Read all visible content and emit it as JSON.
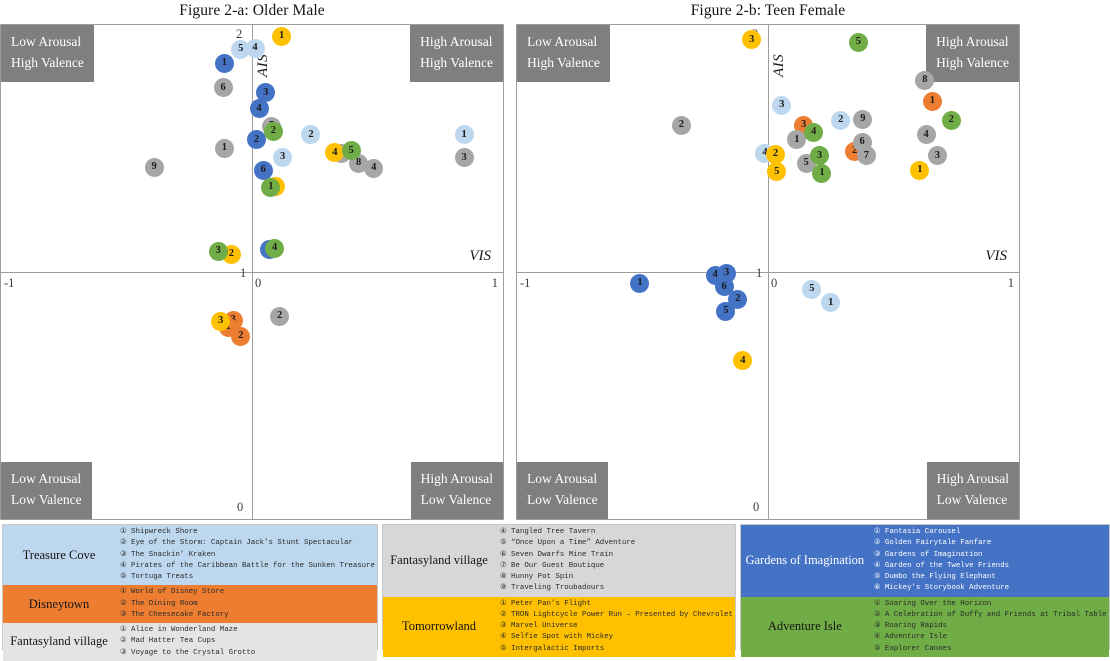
{
  "charts": [
    {
      "title": "Figure 2-a: Older Male",
      "quadrant_labels": {
        "top_left": "Low  Arousal\nHigh Valence",
        "top_right": "High Arousal\nHigh Valence",
        "bottom_left": "Low Arousal\nLow Valence",
        "bottom_right": "High Arousal\nLow Valence"
      },
      "axes": {
        "x_label": "VIS",
        "y_label": "AIS",
        "x_ticks": [
          "-1",
          "0",
          "1"
        ],
        "y_ticks": [
          "2",
          "1",
          "0"
        ]
      }
    },
    {
      "title": "Figure 2-b: Teen Female",
      "quadrant_labels": {
        "top_left": "Low  Arousal\nHigh Valence",
        "top_right": "High Arousal\nHigh Valence",
        "bottom_left": "Low Arousal\nLow Valence",
        "bottom_right": "High Arousal\nLow Valence"
      },
      "axes": {
        "x_label": "VIS",
        "y_label": "AIS",
        "x_ticks": [
          "-1",
          "0",
          "1"
        ],
        "y_ticks": [
          "2",
          "1",
          "0"
        ]
      }
    }
  ],
  "colors": {
    "treasure_cove": "#bdd7ee",
    "disneytown": "#ed7d31",
    "fantasyland": "#a6a6a6",
    "tomorrowland": "#ffc000",
    "gardens": "#4472c4",
    "adventure": "#70ad47",
    "quadrant_box": "#7f7f7f",
    "axis": "#9d9d9d"
  },
  "chart_data": [
    {
      "type": "scatter",
      "title": "Figure 2-a: Older Male",
      "xlabel": "VIS",
      "ylabel": "AIS",
      "xlim": [
        -1,
        1
      ],
      "ylim": [
        0,
        2
      ],
      "grid": false,
      "legend": "none",
      "series": [
        {
          "name": "Treasure Cove",
          "color": "#bdd7ee",
          "points": [
            {
              "label": "5",
              "x": -0.045,
              "y": 1.9
            },
            {
              "label": "4",
              "x": 0.012,
              "y": 1.905
            },
            {
              "label": "2",
              "x": 0.235,
              "y": 1.555
            },
            {
              "label": "1",
              "x": 0.845,
              "y": 1.555
            },
            {
              "label": "3",
              "x": 0.122,
              "y": 1.465
            }
          ]
        },
        {
          "name": "Disneytown",
          "color": "#ed7d31",
          "points": [
            {
              "label": "3",
              "x": -0.075,
              "y": 0.805
            },
            {
              "label": "1",
              "x": -0.095,
              "y": 0.775
            },
            {
              "label": "2",
              "x": -0.045,
              "y": 0.74
            }
          ]
        },
        {
          "name": "Fantasyland village",
          "color": "#a6a6a6",
          "points": [
            {
              "label": "6",
              "x": -0.115,
              "y": 1.745
            },
            {
              "label": "1",
              "x": -0.11,
              "y": 1.5
            },
            {
              "label": "9",
              "x": -0.39,
              "y": 1.425
            },
            {
              "label": "5",
              "x": 0.078,
              "y": 1.59
            },
            {
              "label": "7",
              "x": 0.355,
              "y": 1.48
            },
            {
              "label": "8",
              "x": 0.425,
              "y": 1.44
            },
            {
              "label": "4",
              "x": 0.485,
              "y": 1.42
            },
            {
              "label": "3",
              "x": 0.845,
              "y": 1.462
            },
            {
              "label": "2",
              "x": 0.11,
              "y": 0.82
            }
          ]
        },
        {
          "name": "Tomorrowland",
          "color": "#ffc000",
          "points": [
            {
              "label": "1",
              "x": 0.118,
              "y": 1.955
            },
            {
              "label": "4",
              "x": 0.33,
              "y": 1.482
            },
            {
              "label": "5",
              "x": 0.093,
              "y": 1.345
            },
            {
              "label": "2",
              "x": -0.082,
              "y": 1.07
            },
            {
              "label": "3",
              "x": -0.125,
              "y": 0.8
            }
          ]
        },
        {
          "name": "Gardens of Imagination",
          "color": "#4472c4",
          "points": [
            {
              "label": "1",
              "x": -0.11,
              "y": 1.845
            },
            {
              "label": "3",
              "x": 0.055,
              "y": 1.725
            },
            {
              "label": "4",
              "x": 0.028,
              "y": 1.66
            },
            {
              "label": "2",
              "x": 0.018,
              "y": 1.535
            },
            {
              "label": "6",
              "x": 0.045,
              "y": 1.41
            },
            {
              "label": "5",
              "x": 0.07,
              "y": 1.09
            }
          ]
        },
        {
          "name": "Adventure Isle",
          "color": "#70ad47",
          "points": [
            {
              "label": "2",
              "x": 0.085,
              "y": 1.57
            },
            {
              "label": "5",
              "x": 0.395,
              "y": 1.49
            },
            {
              "label": "1",
              "x": 0.075,
              "y": 1.342
            },
            {
              "label": "3",
              "x": -0.135,
              "y": 1.085
            },
            {
              "label": "4",
              "x": 0.09,
              "y": 1.095
            }
          ]
        }
      ]
    },
    {
      "type": "scatter",
      "title": "Figure 2-b: Teen Female",
      "xlabel": "VIS",
      "ylabel": "AIS",
      "xlim": [
        -1,
        1
      ],
      "ylim": [
        0,
        2
      ],
      "grid": false,
      "legend": "none",
      "series": [
        {
          "name": "Treasure Cove",
          "color": "#bdd7ee",
          "points": [
            {
              "label": "3",
              "x": 0.055,
              "y": 1.675
            },
            {
              "label": "2",
              "x": 0.29,
              "y": 1.615
            },
            {
              "label": "4",
              "x": -0.012,
              "y": 1.48
            },
            {
              "label": "5",
              "x": 0.175,
              "y": 0.93
            },
            {
              "label": "1",
              "x": 0.25,
              "y": 0.875
            }
          ]
        },
        {
          "name": "Disneytown",
          "color": "#ed7d31",
          "points": [
            {
              "label": "3",
              "x": 0.142,
              "y": 1.595
            },
            {
              "label": "1",
              "x": 0.655,
              "y": 1.69
            },
            {
              "label": "2",
              "x": 0.345,
              "y": 1.488
            }
          ]
        },
        {
          "name": "Fantasyland village",
          "color": "#a6a6a6",
          "points": [
            {
              "label": "8",
              "x": 0.625,
              "y": 1.775
            },
            {
              "label": "9",
              "x": 0.378,
              "y": 1.618
            },
            {
              "label": "4",
              "x": 0.63,
              "y": 1.555
            },
            {
              "label": "1",
              "x": 0.115,
              "y": 1.535
            },
            {
              "label": "6",
              "x": 0.375,
              "y": 1.525
            },
            {
              "label": "7",
              "x": 0.392,
              "y": 1.47
            },
            {
              "label": "3",
              "x": 0.675,
              "y": 1.47
            },
            {
              "label": "5",
              "x": 0.152,
              "y": 1.44
            },
            {
              "label": "2",
              "x": -0.345,
              "y": 1.595
            }
          ]
        },
        {
          "name": "Tomorrowland",
          "color": "#ffc000",
          "points": [
            {
              "label": "3",
              "x": -0.065,
              "y": 1.94
            },
            {
              "label": "2",
              "x": 0.03,
              "y": 1.475
            },
            {
              "label": "5",
              "x": 0.035,
              "y": 1.405
            },
            {
              "label": "1",
              "x": 0.605,
              "y": 1.412
            },
            {
              "label": "4",
              "x": -0.1,
              "y": 0.64
            }
          ]
        },
        {
          "name": "Gardens of Imagination",
          "color": "#4472c4",
          "points": [
            {
              "label": "1",
              "x": -0.51,
              "y": 0.955
            },
            {
              "label": "4",
              "x": -0.21,
              "y": 0.985
            },
            {
              "label": "3",
              "x": -0.165,
              "y": 0.995
            },
            {
              "label": "6",
              "x": -0.175,
              "y": 0.94
            },
            {
              "label": "2",
              "x": -0.12,
              "y": 0.888
            },
            {
              "label": "5",
              "x": -0.168,
              "y": 0.84
            }
          ]
        },
        {
          "name": "Adventure Isle",
          "color": "#70ad47",
          "points": [
            {
              "label": "5",
              "x": 0.36,
              "y": 1.93
            },
            {
              "label": "2",
              "x": 0.73,
              "y": 1.615
            },
            {
              "label": "4",
              "x": 0.182,
              "y": 1.565
            },
            {
              "label": "3",
              "x": 0.205,
              "y": 1.47
            },
            {
              "label": "1",
              "x": 0.215,
              "y": 1.398
            }
          ]
        }
      ]
    }
  ],
  "legend_blocks": [
    {
      "rows": [
        {
          "name": "Treasure Cove",
          "bg": "#bdd7ee",
          "fg": "#141414",
          "items": [
            "① Shipwreck Shore",
            "② Eye of the Storm: Captain Jack’s Stunt Spectacular",
            "③ The Snackin’ Kraken",
            "④ Pirates of the Caribbean Battle for the Sunken Treasure",
            "⑤ Tortuga Treats"
          ],
          "items_bg": "#bdd7ee"
        },
        {
          "name": "Disneytown",
          "bg": "#ed7d31",
          "fg": "#141414",
          "items": [
            "① World of Disney Store",
            "② The Dining Room",
            "③ The Cheesecake Factory"
          ],
          "items_bg": "#ed7d31"
        },
        {
          "name": "Fantasyland village",
          "bg": "#e4e4e4",
          "fg": "#141414",
          "items": [
            "① Alice in Wonderland Maze",
            "② Mad Hatter Tea Cups",
            "③ Voyage to the Crystal Grotto"
          ],
          "items_bg": "#e4e4e4"
        }
      ]
    },
    {
      "rows": [
        {
          "name": "Fantasyland village",
          "bg": "#d7d7d7",
          "fg": "#141414",
          "items": [
            "④ Tangled Tree Tavern",
            "⑤ “Once Upon a Time” Adventure",
            "⑥ Seven Dwarfs Mine Train",
            "⑦ Be Our Guest Boutique",
            "⑧ Hunny Pot Spin",
            "⑨ Traveling Troubadours"
          ],
          "items_bg": "#d7d7d7"
        },
        {
          "name": "Tomorrowland",
          "bg": "#ffc000",
          "fg": "#141414",
          "items": [
            "① Peter Pan’s Flight",
            "② TRON Lightcycle Power Run – Presented by Chevrolet",
            "③ Marvel Universe",
            "④ Selfie Spot with Mickey",
            "⑤ Intergalactic Imports"
          ],
          "items_bg": "#ffc000"
        }
      ]
    },
    {
      "rows": [
        {
          "name": "Gardens of Imagination",
          "bg": "#4472c4",
          "fg": "#ffffff",
          "items": [
            "① Fantasia Carousel",
            "② Golden Fairytale Fanfare",
            "③ Gardens of Imagination",
            "④ Garden of the Twelve Friends",
            "⑤ Dumbo the Flying Elephant",
            "⑥ Mickey’s Storybook Adventure"
          ],
          "items_bg": "#4472c4",
          "items_fg": "#ffffff"
        },
        {
          "name": "Adventure Isle",
          "bg": "#70ad47",
          "fg": "#141414",
          "items": [
            "① Soaring Over the Horizon",
            "② A Celebration of Duffy and Friends at Tribal Table",
            "③ Roaring Rapids",
            "④ Adventure Isle",
            "⑤ Explorer Canoes"
          ],
          "items_bg": "#70ad47"
        }
      ]
    }
  ]
}
